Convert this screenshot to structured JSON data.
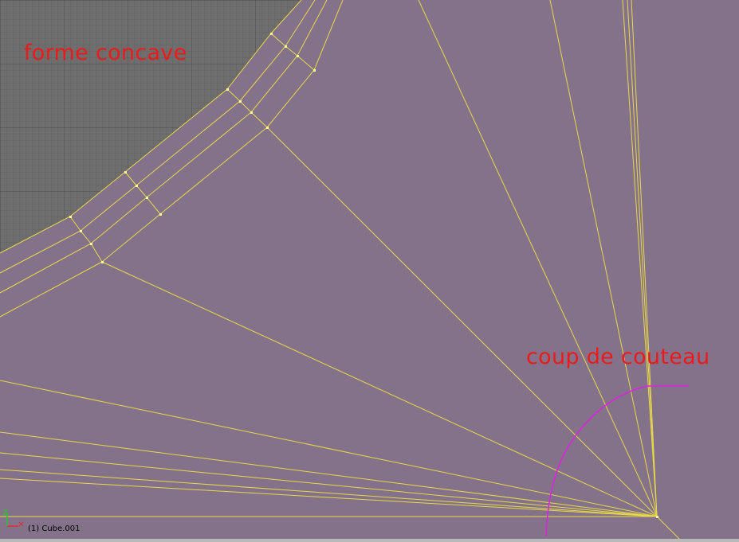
{
  "viewport": {
    "background_color": "#84728a",
    "grid_color": "#6e6e6e",
    "edge_color": "#e6d84a",
    "vertex_color": "#ffffa0",
    "knife_cut_color": "#e020e0"
  },
  "annotations": {
    "concave_label": "forme concave",
    "knife_label": "coup de couteau",
    "text_color": "#ee1a1a"
  },
  "status": {
    "object_info": "(1) Cube.001"
  },
  "axis_gizmo": {
    "icon": "xyz-axis-gizmo-icon",
    "x_color": "#e03030",
    "z_color": "#30c030"
  }
}
